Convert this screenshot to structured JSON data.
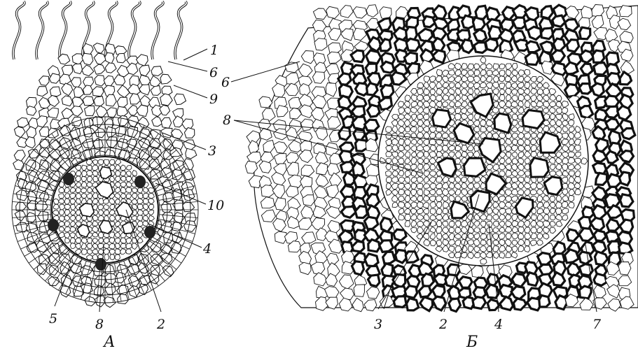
{
  "panels": [
    {
      "caption": "А",
      "labels": [
        "1",
        "6",
        "9",
        "3",
        "10",
        "4",
        "5",
        "8",
        "2"
      ]
    },
    {
      "caption": "Б",
      "labels": [
        "6",
        "8",
        "3",
        "2",
        "4",
        "7"
      ]
    }
  ],
  "colors": {
    "ink": "#111111",
    "paper": "#ffffff"
  }
}
